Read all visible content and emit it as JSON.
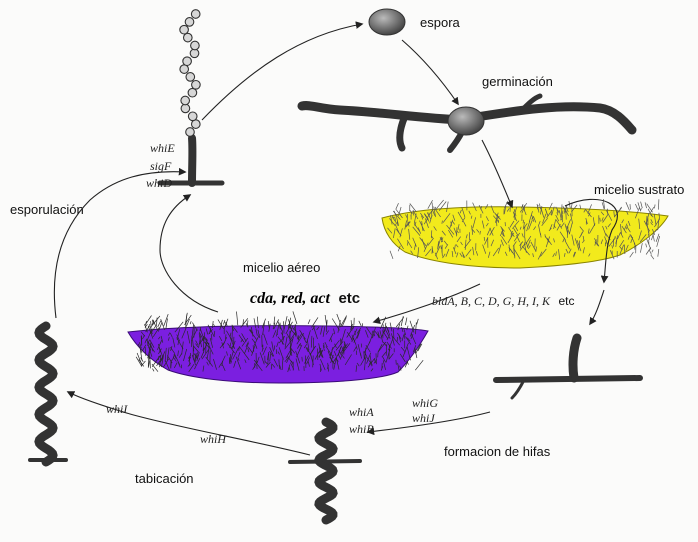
{
  "stages": {
    "espora": "espora",
    "germinacion": "germinación",
    "micelio_sustrato": "micelio sustrato",
    "micelio_aereo": "micelio aéreo",
    "formacion_hifas": "formacion de hifas",
    "tabicacion": "tabicación",
    "esporulacion": "esporulación"
  },
  "genes": {
    "aerial_regulators": "cda, red, act",
    "aerial_regulators_suffix": "etc",
    "bld_genes": "bldA, B, C, D, G, H, I, K",
    "bld_genes_suffix": "etc",
    "whiG": "whiG",
    "whiJ": "whiJ",
    "whiA": "whiA",
    "whiB": "whiB",
    "whiH": "whiH",
    "whiI": "whiI",
    "whiE": "whiE",
    "sigF": "sigF",
    "whiD": "whiD"
  },
  "colors": {
    "substrate_mycelium": "#f2ea1c",
    "aerial_mycelium": "#7b1fe0"
  }
}
